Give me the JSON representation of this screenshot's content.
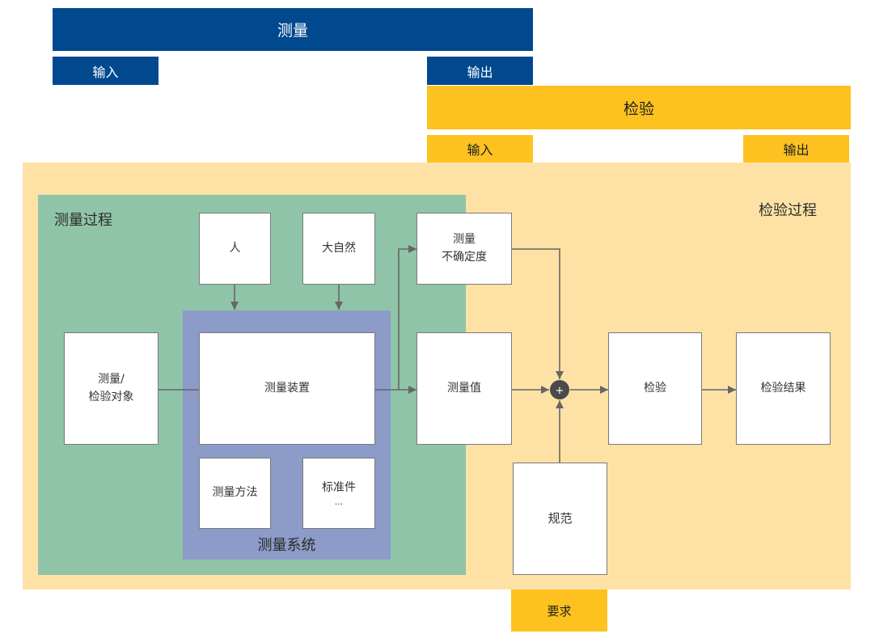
{
  "measurement": {
    "title": "测量",
    "input": "输入",
    "output": "输出"
  },
  "inspection": {
    "title": "检验",
    "input": "输入",
    "output": "输出"
  },
  "regions": {
    "inspection_process": "检验过程",
    "measurement_process": "测量过程",
    "measurement_system": "测量系统"
  },
  "nodes": {
    "person": "人",
    "nature": "大自然",
    "uncertainty": {
      "line1": "测量",
      "line2": "不确定度"
    },
    "object": {
      "line1": "测量/",
      "line2": "检验对象"
    },
    "device": "测量装置",
    "value": "测量值",
    "inspection": "检验",
    "result": "检验结果",
    "method": "测量方法",
    "standard": {
      "line1": "标准件",
      "line2": "..."
    },
    "specification": "规范",
    "requirement": "要求",
    "junction": "+"
  },
  "colors": {
    "measurement_blue": "#00498f",
    "inspection_yellow": "#fdc21f",
    "inspection_process_bg": "#fee2a5",
    "measurement_process_bg": "#8fc4a8",
    "measurement_system_bg": "#8c9bc7"
  }
}
